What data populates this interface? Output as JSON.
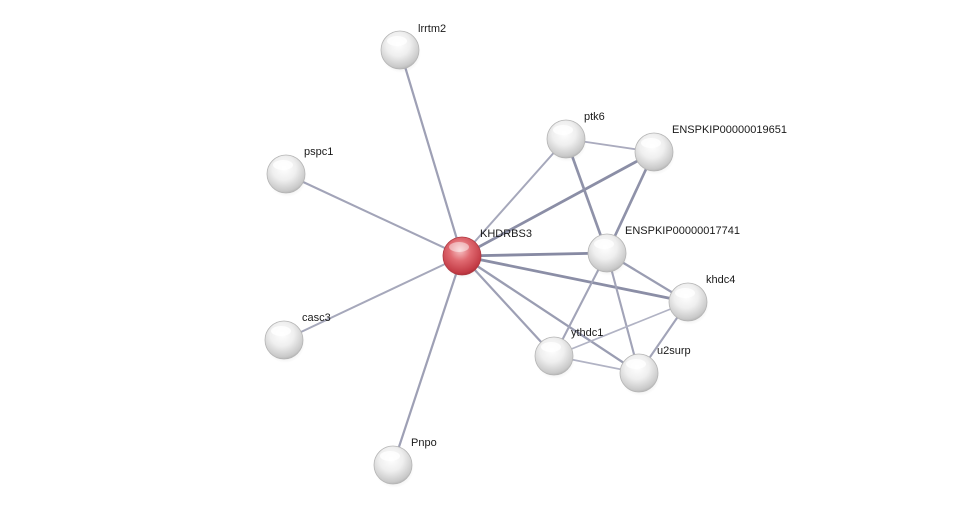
{
  "network": {
    "nodes": [
      {
        "id": "lrrtm2",
        "label": "lrrtm2",
        "query": false
      },
      {
        "id": "pspc1",
        "label": "pspc1",
        "query": false
      },
      {
        "id": "casc3",
        "label": "casc3",
        "query": false
      },
      {
        "id": "Pnpo",
        "label": "Pnpo",
        "query": false
      },
      {
        "id": "KHDRBS3",
        "label": "KHDRBS3",
        "query": true
      },
      {
        "id": "ptk6",
        "label": "ptk6",
        "query": false
      },
      {
        "id": "ENSPKIP00000019651",
        "label": "ENSPKIP00000019651",
        "query": false
      },
      {
        "id": "ENSPKIP00000017741",
        "label": "ENSPKIP00000017741",
        "query": false
      },
      {
        "id": "khdc4",
        "label": "khdc4",
        "query": false
      },
      {
        "id": "ythdc1",
        "label": "ythdc1",
        "query": false
      },
      {
        "id": "u2surp",
        "label": "u2surp",
        "query": false
      }
    ],
    "edges": [
      {
        "source": "KHDRBS3",
        "target": "lrrtm2",
        "strength": 0.55
      },
      {
        "source": "KHDRBS3",
        "target": "pspc1",
        "strength": 0.5
      },
      {
        "source": "KHDRBS3",
        "target": "casc3",
        "strength": 0.45
      },
      {
        "source": "KHDRBS3",
        "target": "Pnpo",
        "strength": 0.55
      },
      {
        "source": "KHDRBS3",
        "target": "ptk6",
        "strength": 0.45
      },
      {
        "source": "KHDRBS3",
        "target": "ENSPKIP00000019651",
        "strength": 0.8
      },
      {
        "source": "KHDRBS3",
        "target": "ENSPKIP00000017741",
        "strength": 0.85
      },
      {
        "source": "KHDRBS3",
        "target": "khdc4",
        "strength": 0.8
      },
      {
        "source": "KHDRBS3",
        "target": "ythdc1",
        "strength": 0.55
      },
      {
        "source": "KHDRBS3",
        "target": "u2surp",
        "strength": 0.6
      },
      {
        "source": "ptk6",
        "target": "ENSPKIP00000019651",
        "strength": 0.4
      },
      {
        "source": "ptk6",
        "target": "ENSPKIP00000017741",
        "strength": 0.75
      },
      {
        "source": "ENSPKIP00000019651",
        "target": "ENSPKIP00000017741",
        "strength": 0.75
      },
      {
        "source": "ENSPKIP00000017741",
        "target": "khdc4",
        "strength": 0.6
      },
      {
        "source": "ENSPKIP00000017741",
        "target": "ythdc1",
        "strength": 0.5
      },
      {
        "source": "ENSPKIP00000017741",
        "target": "u2surp",
        "strength": 0.5
      },
      {
        "source": "khdc4",
        "target": "ythdc1",
        "strength": 0.3
      },
      {
        "source": "khdc4",
        "target": "u2surp",
        "strength": 0.5
      },
      {
        "source": "ythdc1",
        "target": "u2surp",
        "strength": 0.3
      }
    ],
    "colors": {
      "edge": "#7c7f9a",
      "query_node": "#d9545c",
      "node": "#e4e4e4"
    }
  }
}
